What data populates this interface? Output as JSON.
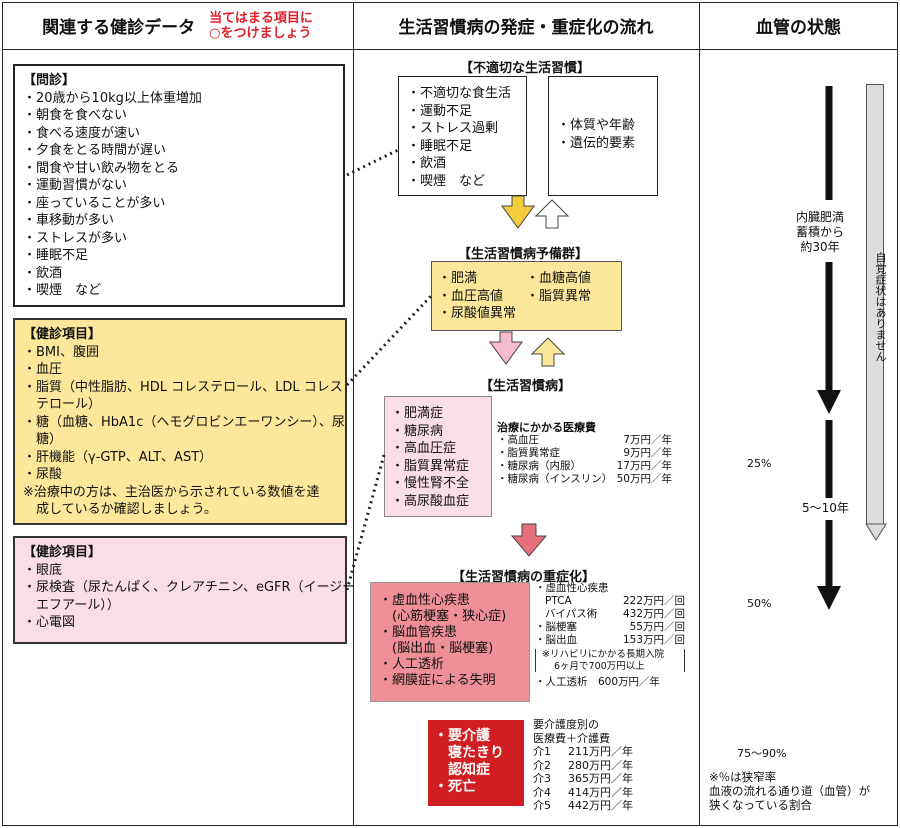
{
  "headers": {
    "left_title": "関連する健診データ",
    "left_note_line1": "当てはまる項目に",
    "left_note_line2": "○をつけましょう",
    "center_title": "生活習慣病の発症・重症化の流れ",
    "right_title": "血管の状態"
  },
  "left": {
    "monshin": {
      "title": "【問診】",
      "items": [
        "・20歳から10kg以上体重増加",
        "・朝食を食べない",
        "・食べる速度が速い",
        "・夕食をとる時間が遅い",
        "・間食や甘い飲み物をとる",
        "・運動習慣がない",
        "・座っていることが多い",
        "・車移動が多い",
        "・ストレスが多い",
        "・睡眠不足",
        "・飲酒",
        "・喫煙　など"
      ]
    },
    "kenshin1": {
      "title": "【健診項目】",
      "items": [
        "・BMI、腹囲",
        "・血圧",
        "・脂質（中性脂肪、HDL コレステロール、LDL コレス",
        "　テロール）",
        "・糖（血糖、HbA1c（ヘモグロビンエーワンシー）、尿",
        "　糖）",
        "・肝機能（γ-GTP、ALT、AST）",
        "・尿酸",
        "※治療中の方は、主治医から示されている数値を達",
        "　成しているか確認しましょう。"
      ]
    },
    "kenshin2": {
      "title": "【健診項目】",
      "items": [
        "・眼底",
        "・尿検査（尿たんぱく、クレアチニン、eGFR（イージー",
        "　エフアール））",
        "・心電図"
      ]
    }
  },
  "center": {
    "s1": {
      "title": "【不適切な生活習慣】",
      "left_items": [
        "・不適切な食生活",
        "・運動不足",
        "・ストレス過剰",
        "・睡眠不足",
        "・飲酒",
        "・喫煙　など"
      ],
      "right_items": [
        "・体質や年齢",
        "・遺伝的要素"
      ]
    },
    "s2": {
      "title": "【生活習慣病予備群】",
      "col1": [
        "・肥満",
        "・血圧高値",
        "・尿酸値異常"
      ],
      "col2": [
        "・血糖高値",
        "・脂質異常"
      ]
    },
    "s3": {
      "title": "【生活習慣病】",
      "items": [
        "・肥満症",
        "・糖尿病",
        "・高血圧症",
        "・脂質異常症",
        "・慢性腎不全",
        "・高尿酸血症"
      ],
      "cost_title": "治療にかかる医療費",
      "costs": [
        {
          "name": "・高血圧",
          "value": "7万円／年"
        },
        {
          "name": "・脂質異常症",
          "value": "9万円／年"
        },
        {
          "name": "・糖尿病（内服）",
          "value": "17万円／年"
        },
        {
          "name": "・糖尿病（インスリン）",
          "value": "50万円／年"
        }
      ]
    },
    "s4": {
      "title": "【生活習慣病の重症化】",
      "items": [
        "・虚血性心疾患",
        "　(心筋梗塞・狭心症)",
        "・脳血管疾患",
        "　(脳出血・脳梗塞)",
        "・人工透析",
        "・網膜症による失明"
      ],
      "cost_heading": "・虚血性心疾患",
      "costs": [
        {
          "name": "PTCA",
          "value": "222万円／回"
        },
        {
          "name": "バイパス術",
          "value": "432万円／回"
        },
        {
          "name": "・脳梗塞",
          "value": "55万円／回"
        },
        {
          "name": "・脳出血",
          "value": "153万円／回"
        }
      ],
      "rehab_line1": "※リハビリにかかる長期入院",
      "rehab_line2": "6ヶ月で700万円以上",
      "dialysis": "・人工透析　600万円／年"
    },
    "s5": {
      "items": [
        "・要介護",
        "　寝たきり",
        "　認知症",
        "・死亡"
      ],
      "care_title1": "要介護度別の",
      "care_title2": "医療費＋介護費",
      "care": [
        {
          "name": "介1",
          "value": "211万円／年"
        },
        {
          "name": "介2",
          "value": "280万円／年"
        },
        {
          "name": "介3",
          "value": "365万円／年"
        },
        {
          "name": "介4",
          "value": "414万円／年"
        },
        {
          "name": "介5",
          "value": "442万円／年"
        }
      ]
    }
  },
  "right": {
    "label1_line1": "内臓肥満",
    "label1_line2": "蓄積から",
    "label1_line3": "約30年",
    "label2": "5〜10年",
    "pct1": "25%",
    "pct2": "50%",
    "pct3": "75〜90%",
    "side_label": "自覚症状はありません",
    "note_line1": "※％は狭窄率",
    "note_line2": "血液の流れる通り道（血管）が",
    "note_line3": "狭くなっている割合"
  },
  "colors": {
    "accent_red": "#e0202a",
    "yellow_box": "#fde79a",
    "pink_box": "#fbdde8",
    "severe_box": "#ef8f98",
    "death_box": "#d01e22",
    "arrow_yellow": "#f5cc3c",
    "arrow_pink": "#f6bccd",
    "arrow_red": "#e6707a"
  }
}
